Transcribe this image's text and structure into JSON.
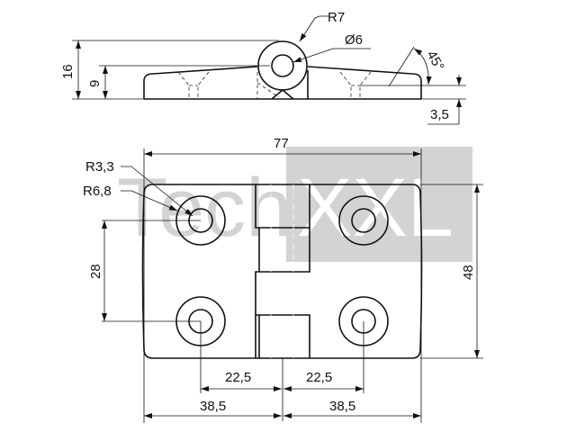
{
  "watermark": {
    "brand_left": "Tech",
    "brand_right": "XXL",
    "box_color": "#d3d3d3",
    "text_color": "#d3d3d3"
  },
  "side_view": {
    "dim_total_height": "16",
    "dim_plate_height": "9",
    "dim_knuckle_radius": "R7",
    "dim_pin_diameter": "Ø6",
    "dim_chamfer_angle": "45°",
    "dim_plate_thickness": "3,5"
  },
  "top_view": {
    "dim_width": "77",
    "dim_height": "48",
    "dim_hole_spacing": "28",
    "dim_hole_radius": "R3,3",
    "dim_countersink_radius": "R6,8",
    "dim_left_hole_offset": "22,5",
    "dim_right_hole_offset": "22,5",
    "dim_left_half": "38,5",
    "dim_right_half": "38,5"
  }
}
